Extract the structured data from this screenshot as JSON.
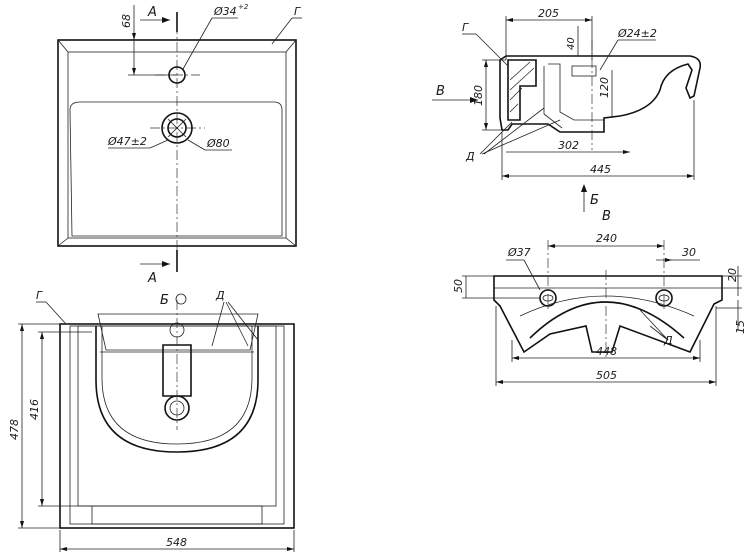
{
  "top_view": {
    "dims": {
      "d68": "68",
      "d34": "Ø34",
      "d34_tol": "+2",
      "d47": "Ø47±2",
      "d80": "Ø80"
    },
    "labels": {
      "section_a_top": "А",
      "section_a_bottom": "А",
      "g": "Г"
    }
  },
  "front_view": {
    "dims": {
      "d478": "478",
      "d416": "416",
      "d548": "548"
    },
    "labels": {
      "b": "Б",
      "g": "Г",
      "d": "Д"
    }
  },
  "section_view": {
    "dims": {
      "d205": "205",
      "d40": "40",
      "d24": "Ø24±2",
      "d180": "180",
      "d120": "120",
      "d302": "302",
      "d445": "445"
    },
    "labels": {
      "g": "Г",
      "d": "Д",
      "v": "В",
      "b": "Б"
    }
  },
  "back_view": {
    "dims": {
      "d37": "Ø37",
      "d240": "240",
      "d30": "30",
      "d50": "50",
      "d20": "20",
      "d15": "15",
      "d448": "448",
      "d505": "505"
    },
    "labels": {
      "v": "В",
      "d": "Д"
    }
  }
}
